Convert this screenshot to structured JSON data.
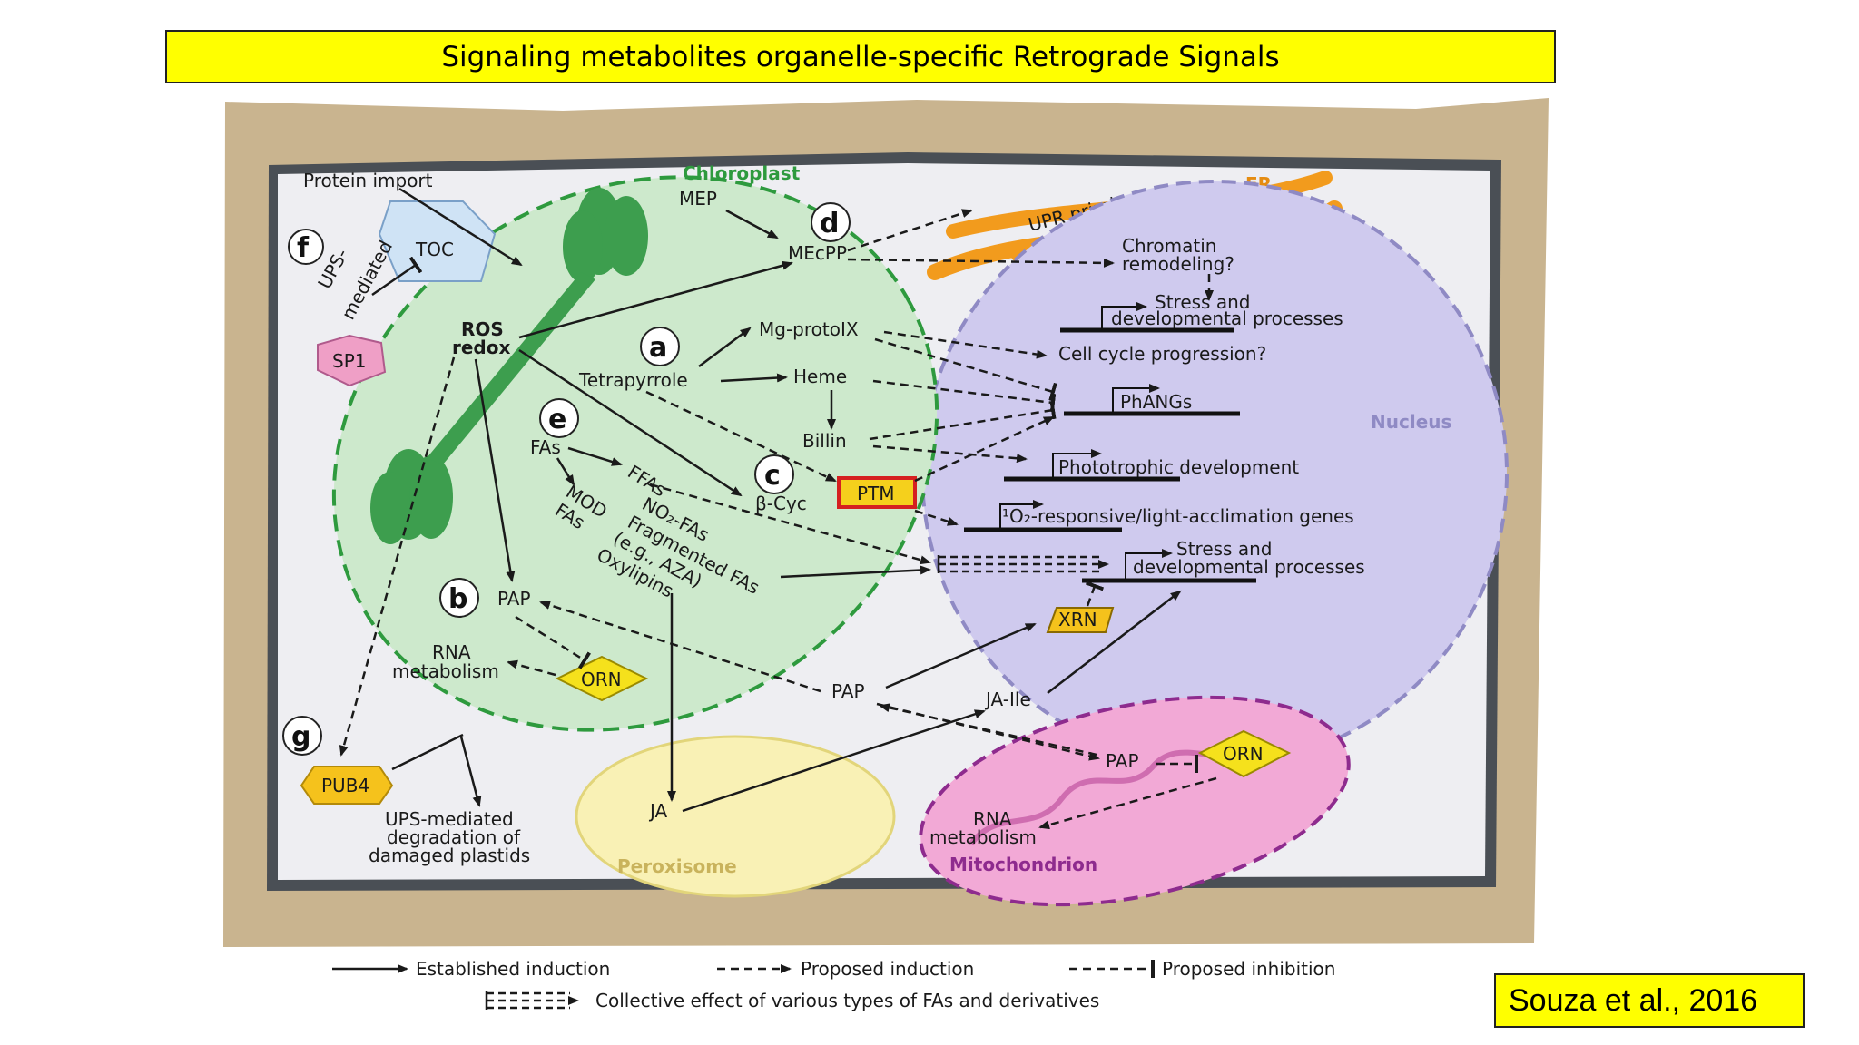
{
  "title": "Signaling metabolites organelle-specific Retrograde Signals",
  "citation": "Souza et al., 2016",
  "organelles": {
    "chloroplast": "Chloroplast",
    "er": "ER",
    "nucleus": "Nucleus",
    "peroxisome": "Peroxisome",
    "mitochondrion": "Mitochondrion"
  },
  "panels": [
    "a",
    "b",
    "c",
    "d",
    "e",
    "f",
    "g"
  ],
  "labels": {
    "protein_import": "Protein import",
    "toc": "TOC",
    "ups_mediated_1": "UPS-",
    "ups_mediated_2": "mediated",
    "sp1": "SP1",
    "ros_1": "ROS",
    "ros_2": "redox",
    "mep": "MEP",
    "mecpp": "MEcPP",
    "mg_protoix": "Mg-protoIX",
    "tetrapyrrole": "Tetrapyrrole",
    "heme": "Heme",
    "billin": "Billin",
    "fas": "FAs",
    "ffas": "FFAs",
    "mod_fas_1": "MOD",
    "mod_fas_2": "FAs",
    "no2_fas": "NO₂-FAs",
    "fragmented_fas": "Fragmented FAs",
    "eg_aza": "(e.g., AZA)",
    "oxylipins": "Oxylipins",
    "beta_cyc": "β-Cyc",
    "ptm": "PTM",
    "pap_chloro": "PAP",
    "rna_meta_1": "RNA",
    "rna_meta_2": "metabolism",
    "orn": "ORN",
    "pap_cyto": "PAP",
    "ja_ile": "JA-Ile",
    "pap_mito": "PAP",
    "orn_mito": "ORN",
    "mito_rna_1": "RNA",
    "mito_rna_2": "metabolism",
    "ja": "JA",
    "pub4": "PUB4",
    "ups_degr_1": "UPS-mediated",
    "ups_degr_2": "degradation of",
    "ups_degr_3": "damaged plastids",
    "xrn": "XRN",
    "upr_priming": "UPR priming",
    "chromatin_1": "Chromatin",
    "chromatin_2": "remodeling?",
    "stress_dev_1a": "Stress and",
    "stress_dev_1b": "developmental processes",
    "cell_cycle": "Cell cycle progression?",
    "phangs": "PhANGs",
    "phototrophic": "Phototrophic development",
    "o2_responsive": "¹O₂-responsive/light-acclimation genes",
    "stress_dev_2a": "Stress and",
    "stress_dev_2b": "developmental processes"
  },
  "legend": {
    "established": "Established induction",
    "proposed_induction": "Proposed induction",
    "proposed_inhibition": "Proposed inhibition",
    "collective": "Collective effect of various types of FAs and derivatives"
  },
  "colors": {
    "title_bg": "#ffff00",
    "chloroplast_fill": "#cde9cc",
    "chloroplast_edge": "#2e9a3e",
    "nucleus_fill": "#cfcaee",
    "nucleus_edge": "#8f8ac4",
    "er": "#f29b1d",
    "peroxisome": "#f9f1b5",
    "mitochondrion": "#f2a9d6",
    "mito_edge": "#8e2b8e",
    "cell_wall": "#c9b48f",
    "ptm_fill": "#f5d01c",
    "ptm_edge": "#d52020"
  }
}
